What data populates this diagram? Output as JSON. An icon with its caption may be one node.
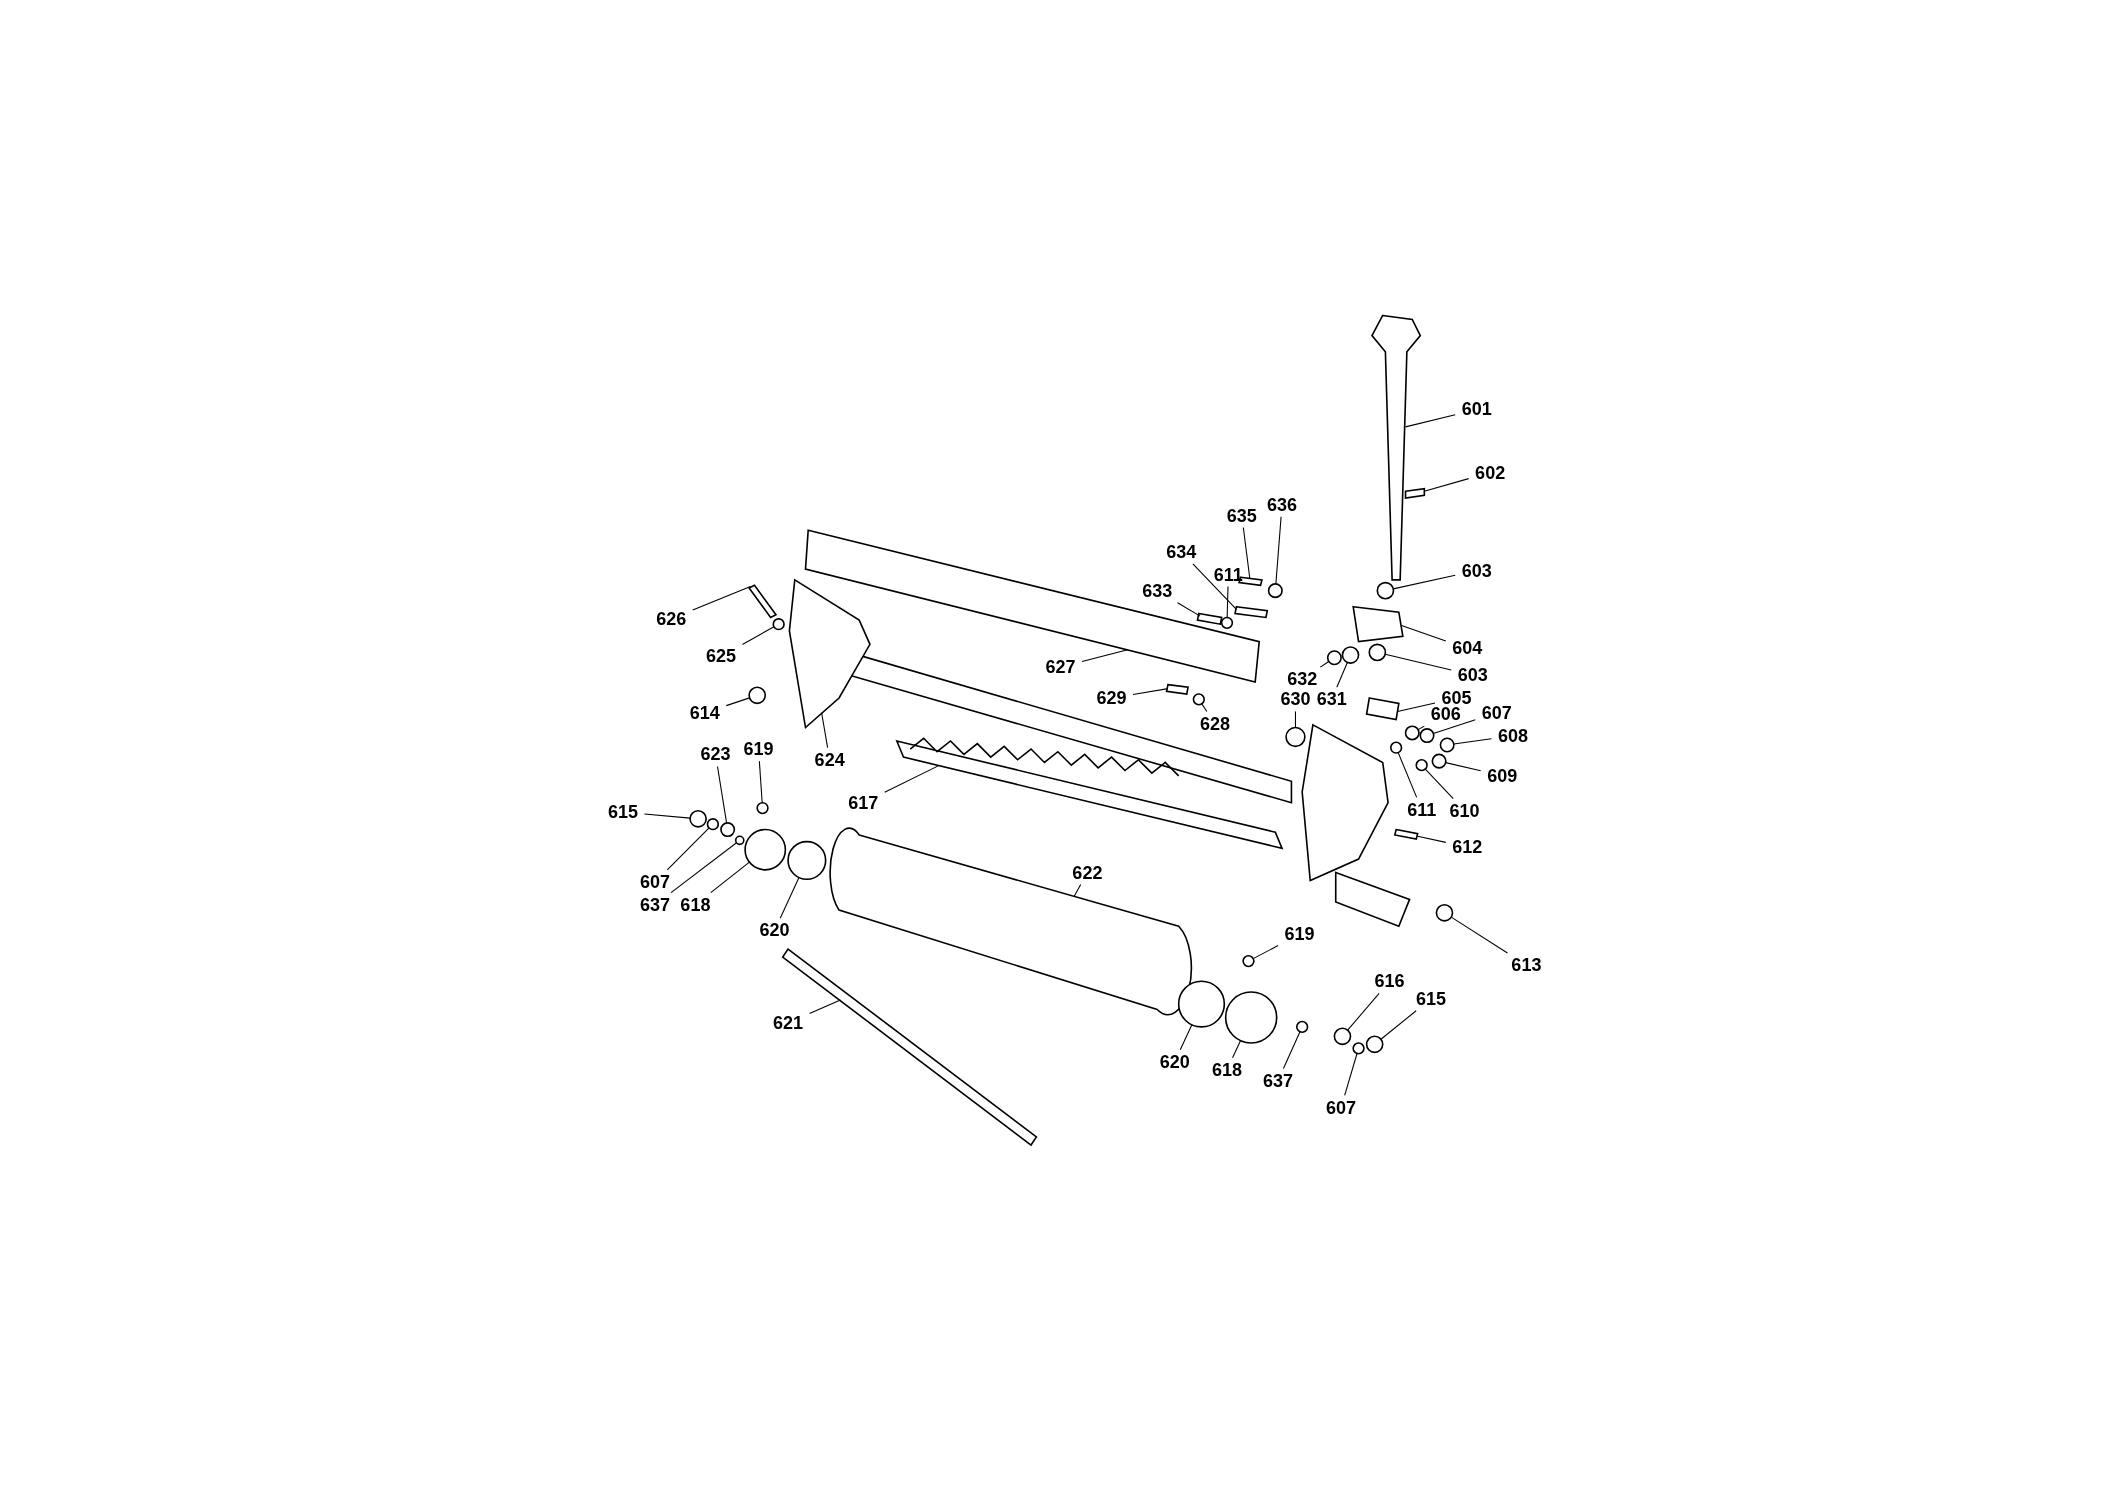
{
  "diagram": {
    "nodes": [
      {
        "text": [
          "601"
        ]
      },
      {
        "text": [
          "602"
        ]
      },
      {
        "text": [
          "603"
        ]
      },
      {
        "text": [
          "604"
        ]
      },
      {
        "text": [
          "603"
        ]
      },
      {
        "text": [
          "605"
        ]
      },
      {
        "text": [
          "606"
        ]
      },
      {
        "text": [
          "607"
        ]
      },
      {
        "text": [
          "608"
        ]
      },
      {
        "text": [
          "609"
        ]
      },
      {
        "text": [
          "610"
        ]
      },
      {
        "text": [
          "611"
        ]
      },
      {
        "text": [
          "612"
        ]
      },
      {
        "text": [
          "613"
        ]
      },
      {
        "text": [
          "635"
        ]
      },
      {
        "text": [
          "636"
        ]
      },
      {
        "text": [
          "634"
        ]
      },
      {
        "text": [
          "611"
        ]
      },
      {
        "text": [
          "633"
        ]
      },
      {
        "text": [
          "632"
        ]
      },
      {
        "text": [
          "631"
        ]
      },
      {
        "text": [
          "630"
        ]
      },
      {
        "text": [
          "629"
        ]
      },
      {
        "text": [
          "628"
        ]
      },
      {
        "text": [
          "627"
        ]
      },
      {
        "text": [
          "626"
        ]
      },
      {
        "text": [
          "625"
        ]
      },
      {
        "text": [
          "614"
        ]
      },
      {
        "text": [
          "624"
        ]
      },
      {
        "text": [
          "617"
        ]
      },
      {
        "text": [
          "623"
        ]
      },
      {
        "text": [
          "619"
        ]
      },
      {
        "text": [
          "615"
        ]
      },
      {
        "text": [
          "607"
        ]
      },
      {
        "text": [
          "637"
        ]
      },
      {
        "text": [
          "618"
        ]
      },
      {
        "text": [
          "620"
        ]
      },
      {
        "text": [
          "622"
        ]
      },
      {
        "text": [
          "621"
        ]
      },
      {
        "text": [
          "619"
        ]
      },
      {
        "text": [
          "620"
        ]
      },
      {
        "text": [
          "618"
        ]
      },
      {
        "text": [
          "637"
        ]
      },
      {
        "text": [
          "616"
        ]
      },
      {
        "text": [
          "615"
        ]
      },
      {
        "text": [
          "607"
        ]
      },
      {
        "text": [],
        "shape": "bar"
      },
      {
        "text": [],
        "shape": "bar"
      },
      {
        "text": [],
        "shape": "circle"
      },
      {
        "text": [],
        "shape": "box"
      },
      {
        "text": [],
        "shape": "circle"
      },
      {
        "text": [],
        "shape": "box"
      },
      {
        "text": [],
        "shape": "circle"
      },
      {
        "text": [],
        "shape": "circle"
      },
      {
        "text": [],
        "shape": "circle"
      },
      {
        "text": [],
        "shape": "circle"
      },
      {
        "text": [],
        "shape": "circle"
      },
      {
        "text": [],
        "shape": "circle"
      },
      {
        "text": [],
        "shape": "bar"
      },
      {
        "text": [],
        "shape": "circle"
      },
      {
        "text": [],
        "shape": "bar"
      },
      {
        "text": [],
        "shape": "circle"
      },
      {
        "text": [],
        "shape": "bar"
      },
      {
        "text": [],
        "shape": "circle"
      },
      {
        "text": [],
        "shape": "bar"
      },
      {
        "text": [],
        "shape": "circle"
      },
      {
        "text": [],
        "shape": "circle"
      },
      {
        "text": [],
        "shape": "circle"
      },
      {
        "text": [],
        "shape": "bar"
      },
      {
        "text": [],
        "shape": "circle"
      },
      {
        "text": [],
        "shape": "bar"
      },
      {
        "text": [],
        "shape": "bar"
      },
      {
        "text": [],
        "shape": "circle"
      },
      {
        "text": [],
        "shape": "circle"
      },
      {
        "text": [],
        "shape": "bar"
      },
      {
        "text": [],
        "shape": "bar"
      },
      {
        "text": [],
        "shape": "circle"
      },
      {
        "text": [],
        "shape": "circle"
      },
      {
        "text": [],
        "shape": "circle"
      },
      {
        "text": [],
        "shape": "circle"
      },
      {
        "text": [],
        "shape": "circle"
      },
      {
        "text": [],
        "shape": "circle"
      },
      {
        "text": [],
        "shape": "circle"
      },
      {
        "text": [],
        "shape": "cylinder"
      },
      {
        "text": [],
        "shape": "bar"
      },
      {
        "text": [],
        "shape": "circle"
      },
      {
        "text": [],
        "shape": "circle"
      },
      {
        "text": [],
        "shape": "circle"
      },
      {
        "text": [],
        "shape": "circle"
      },
      {
        "text": [],
        "shape": "circle"
      },
      {
        "text": [],
        "shape": "circle"
      },
      {
        "text": [],
        "shape": "circle"
      }
    ],
    "edges": [
      {
        "from": 0,
        "to": 46,
        "arrow": "none"
      },
      {
        "from": 1,
        "to": 47,
        "arrow": "none"
      },
      {
        "from": 2,
        "to": 48,
        "arrow": "none"
      },
      {
        "from": 3,
        "to": 49,
        "arrow": "none"
      },
      {
        "from": 4,
        "to": 50,
        "arrow": "none"
      },
      {
        "from": 5,
        "to": 51,
        "arrow": "none"
      },
      {
        "from": 6,
        "to": 52,
        "arrow": "none"
      },
      {
        "from": 7,
        "to": 53,
        "arrow": "none"
      },
      {
        "from": 8,
        "to": 54,
        "arrow": "none"
      },
      {
        "from": 9,
        "to": 55,
        "arrow": "none"
      },
      {
        "from": 10,
        "to": 56,
        "arrow": "none"
      },
      {
        "from": 11,
        "to": 57,
        "arrow": "none"
      },
      {
        "from": 12,
        "to": 58,
        "arrow": "none"
      },
      {
        "from": 13,
        "to": 59,
        "arrow": "none"
      },
      {
        "from": 14,
        "to": 60,
        "arrow": "none"
      },
      {
        "from": 15,
        "to": 61,
        "arrow": "none"
      },
      {
        "from": 16,
        "to": 62,
        "arrow": "none"
      },
      {
        "from": 17,
        "to": 63,
        "arrow": "none"
      },
      {
        "from": 18,
        "to": 64,
        "arrow": "none"
      },
      {
        "from": 19,
        "to": 65,
        "arrow": "none"
      },
      {
        "from": 20,
        "to": 66,
        "arrow": "none"
      },
      {
        "from": 21,
        "to": 67,
        "arrow": "none"
      },
      {
        "from": 22,
        "to": 68,
        "arrow": "none"
      },
      {
        "from": 23,
        "to": 69,
        "arrow": "none"
      },
      {
        "from": 24,
        "to": 70,
        "arrow": "none"
      },
      {
        "from": 25,
        "to": 71,
        "arrow": "none"
      },
      {
        "from": 26,
        "to": 72,
        "arrow": "none"
      },
      {
        "from": 27,
        "to": 73,
        "arrow": "none"
      },
      {
        "from": 28,
        "to": 74,
        "arrow": "none"
      },
      {
        "from": 29,
        "to": 75,
        "arrow": "none"
      },
      {
        "from": 30,
        "to": 76,
        "arrow": "none"
      },
      {
        "from": 31,
        "to": 77,
        "arrow": "none"
      },
      {
        "from": 32,
        "to": 78,
        "arrow": "none"
      },
      {
        "from": 33,
        "to": 79,
        "arrow": "none"
      },
      {
        "from": 34,
        "to": 80,
        "arrow": "none"
      },
      {
        "from": 35,
        "to": 81,
        "arrow": "none"
      },
      {
        "from": 36,
        "to": 82,
        "arrow": "none"
      },
      {
        "from": 37,
        "to": 83,
        "arrow": "none"
      },
      {
        "from": 38,
        "to": 84,
        "arrow": "none"
      },
      {
        "from": 39,
        "to": 85,
        "arrow": "none"
      },
      {
        "from": 40,
        "to": 86,
        "arrow": "none"
      },
      {
        "from": 41,
        "to": 87,
        "arrow": "none"
      },
      {
        "from": 42,
        "to": 88,
        "arrow": "none"
      },
      {
        "from": 43,
        "to": 89,
        "arrow": "none"
      },
      {
        "from": 44,
        "to": 90,
        "arrow": "none"
      },
      {
        "from": 45,
        "to": 91,
        "arrow": "none"
      }
    ]
  }
}
